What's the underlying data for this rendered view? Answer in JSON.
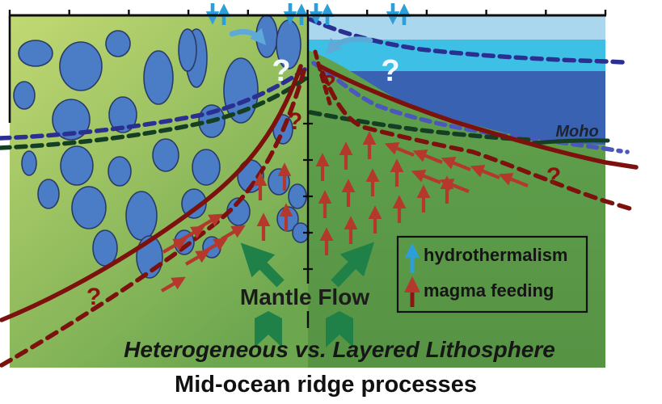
{
  "figure": {
    "title": "Mid-ocean ridge processes",
    "caption": "Heterogeneous vs. Layered Lithosphere",
    "mantle_flow_label": "Mantle Flow",
    "moho_label": "Moho",
    "question_mark": "?"
  },
  "legend": {
    "items": [
      {
        "label": "hydrothermalism",
        "symbol": "up-arrow",
        "color": "#2d9fd8"
      },
      {
        "label": "magma feeding",
        "symbol": "up-arrow",
        "color": "#8c1513"
      }
    ]
  },
  "colors": {
    "left_lithosphere_top": "#c2d973",
    "left_lithosphere_bottom": "#74aa52",
    "right_mantle_green": "#5c9b49",
    "layer_light_blue": "#aad7ee",
    "layer_cyan": "#3ec0e6",
    "layer_dark_blue": "#3a62b2",
    "melt_blob_blue": "#4b7cc6",
    "navy_dashed": "#2b2f91",
    "blue_dashed": "#4b57ba",
    "dark_green_line": "#153f22",
    "dark_red_line": "#7c110e",
    "magma_arrow_red": "#b4392c",
    "hydrothermal_blue": "#2d9fd8",
    "mantle_arrow_green": "#1f8048",
    "axis_black": "#0d0d0d"
  }
}
